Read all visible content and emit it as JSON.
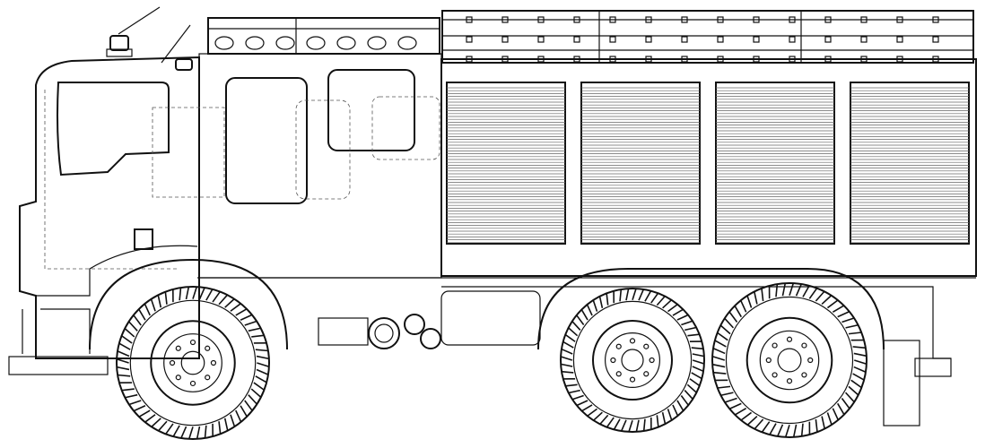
{
  "illustration": {
    "subject": "fire-truck-wireframe",
    "colors": {
      "line": "#111111",
      "hidden_line": "#555555",
      "background": "#ffffff"
    },
    "shutter_count": 4,
    "wheel_count": 3
  }
}
